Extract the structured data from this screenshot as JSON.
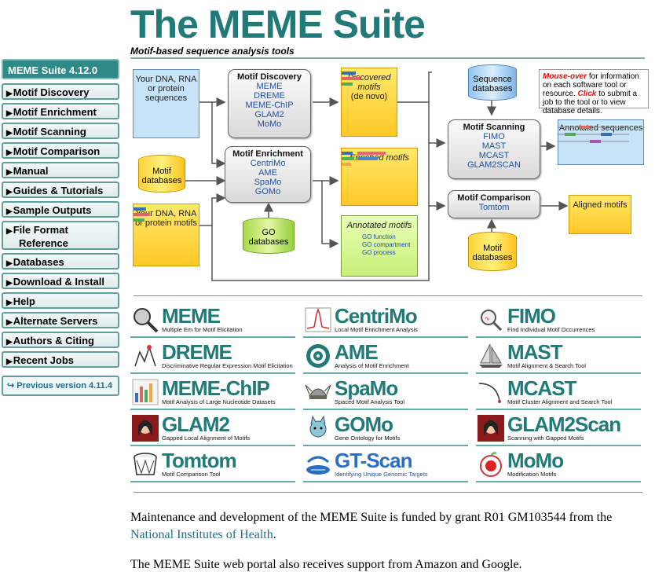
{
  "header": {
    "title": "The MEME Suite",
    "subtitle": "Motif-based sequence analysis tools"
  },
  "sidebar": {
    "version": "MEME Suite 4.12.0",
    "items": [
      "Motif Discovery",
      "Motif Enrichment",
      "Motif Scanning",
      "Motif Comparison",
      "Manual",
      "Guides & Tutorials",
      "Sample Outputs",
      "File Format",
      "Reference",
      "Databases",
      "Download & Install",
      "Help",
      "Alternate Servers",
      "Authors & Citing",
      "Recent Jobs"
    ],
    "previous_version": "Previous version 4.11.4"
  },
  "diagram": {
    "input_seqs": "Your DNA, RNA or protein sequences",
    "motif_db": "Motif databases",
    "input_motifs": "Your DNA, RNA or protein motifs",
    "go_db": "GO databases",
    "discovery": {
      "title": "Motif Discovery",
      "tools": [
        "MEME",
        "DREME",
        "MEME-ChIP",
        "GLAM2",
        "MoMo"
      ]
    },
    "enrichment": {
      "title": "Motif Enrichment",
      "tools": [
        "CentriMo",
        "AME",
        "SpaMo",
        "GOMo"
      ]
    },
    "discovered": "Discovered motifs",
    "de_novo": "(de novo)",
    "enriched": "Enriched motifs",
    "annotated_motifs": "Annotated motifs",
    "go_labels": [
      "GO function",
      "GO compartment",
      "GO process"
    ],
    "seq_db": "Sequence databases",
    "scanning": {
      "title": "Motif Scanning",
      "tools": [
        "FIMO",
        "MAST",
        "MCAST",
        "GLAM2SCAN"
      ]
    },
    "comparison": {
      "title": "Motif Comparison",
      "tools": [
        "Tomtom"
      ]
    },
    "annotated_seqs": "Annotated sequences",
    "aligned_motifs": "Aligned motifs",
    "motif_db2": "Motif databases",
    "note": {
      "mouse_over": "Mouse-over",
      "text1": "for information on each software tool or resource.",
      "click": "Click",
      "text2": "to submit a job to the tool or to view database details."
    }
  },
  "tools": [
    {
      "name": "MEME",
      "desc": "Multiple Em for Motif Elicitation",
      "icon": "magnifier-icon"
    },
    {
      "name": "CentriMo",
      "desc": "Local Motif Enrichment Analysis",
      "icon": "peak-icon"
    },
    {
      "name": "FIMO",
      "desc": "Find Individual Motif Occurrences",
      "icon": "magnifier-dna-icon"
    },
    {
      "name": "DREME",
      "desc": "Discriminative Regular Expression Motif Elicitation",
      "icon": "dream-icon"
    },
    {
      "name": "AME",
      "desc": "Analysis of Motif Enrichment",
      "icon": "target-icon"
    },
    {
      "name": "MAST",
      "desc": "Motif Alignment & Search Tool",
      "icon": "sailboat-icon"
    },
    {
      "name": "MEME-ChIP",
      "desc": "Motif Analysis of Large Nucleotide Datasets",
      "icon": "chip-icon"
    },
    {
      "name": "SpaMo",
      "desc": "Spaced Motif Analysis Tool",
      "icon": "viking-icon"
    },
    {
      "name": "MCAST",
      "desc": "Motif Cluster Alignment and Search Tool",
      "icon": "fishing-rod-icon"
    },
    {
      "name": "GLAM2",
      "desc": "Gapped Local Alignment of Motifs",
      "icon": "glamour-face-icon"
    },
    {
      "name": "GOMo",
      "desc": "Gene Ontology for Motifs",
      "icon": "cat-icon"
    },
    {
      "name": "GLAM2Scan",
      "desc": "Scanning with Gapped Motifs",
      "icon": "glamour-face-icon"
    },
    {
      "name": "Tomtom",
      "desc": "Motif Comparison Tool",
      "icon": "drum-icon"
    },
    {
      "name": "GT-Scan",
      "desc": "Identifying Unique Genomic Targets",
      "icon": "dna-scan-icon"
    },
    {
      "name": "MoMo",
      "desc": "Modification Motifs",
      "icon": "apple-icon"
    }
  ],
  "footer": {
    "p1_a": "Maintenance and development of the MEME Suite is funded by grant R01 GM103544 from the ",
    "p1_link": "National Institutes of Health",
    "p1_b": ".",
    "p2": "The MEME Suite web portal also receives support from Amazon and Google."
  },
  "colors": {
    "brand": "#1f7a78",
    "link": "#1f6f8b",
    "accent_red": "#e01010"
  }
}
